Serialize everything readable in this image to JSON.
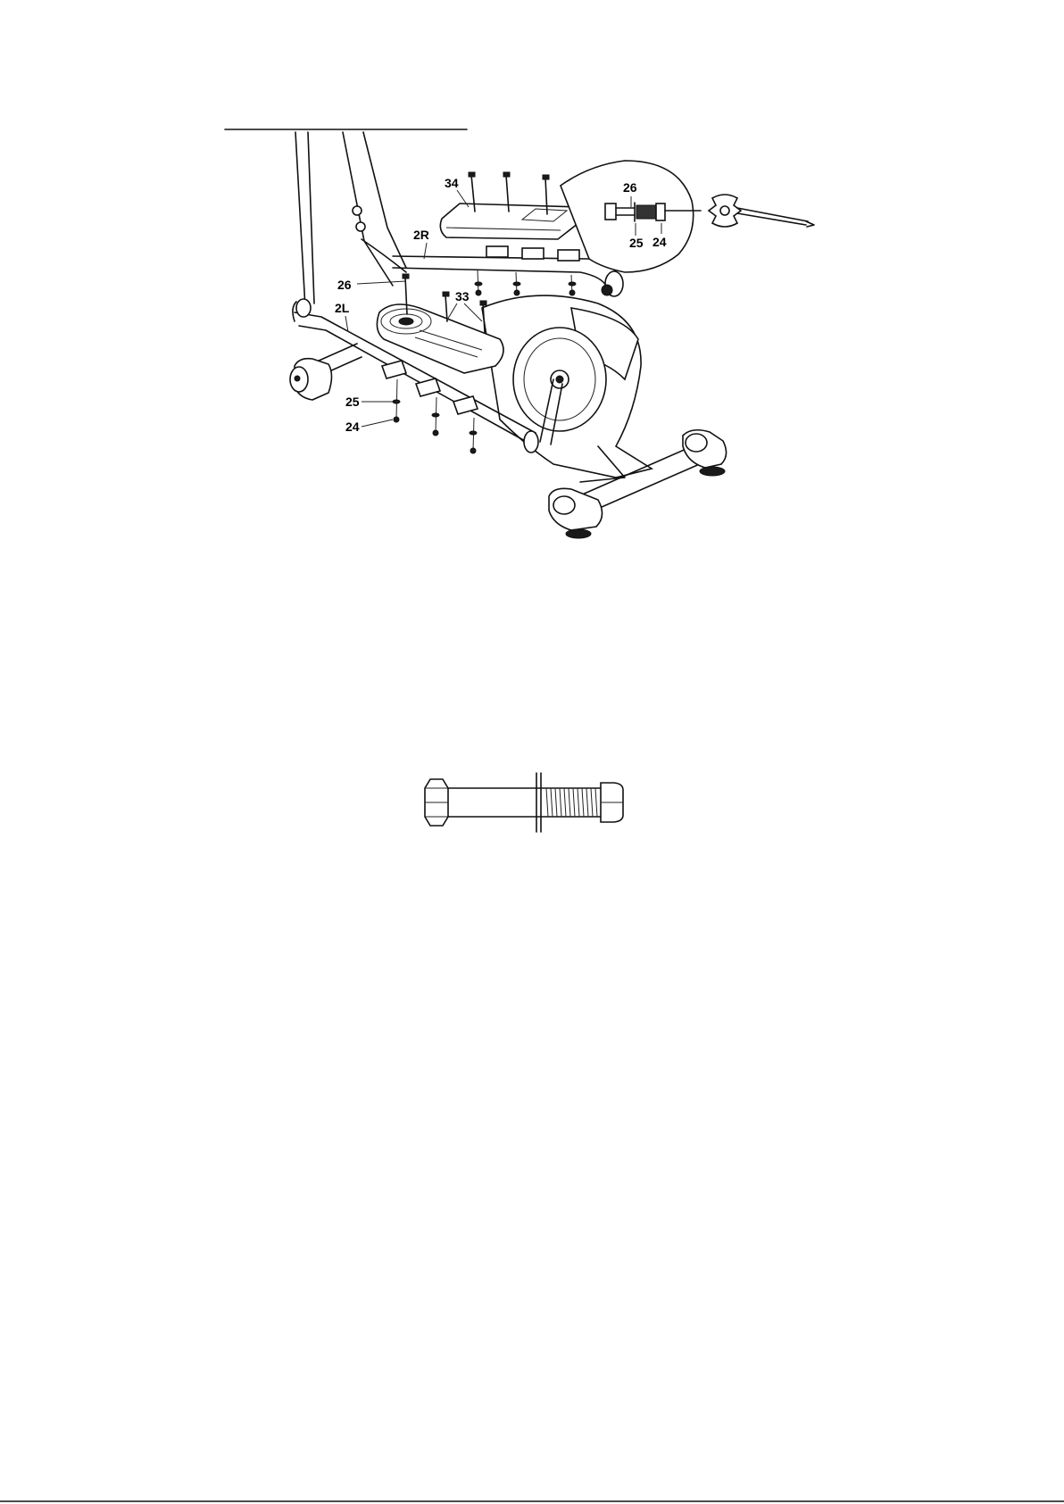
{
  "callouts": {
    "c34": "34",
    "c2R": "2R",
    "c26_top": "26",
    "c33": "33",
    "c2L": "2L",
    "c25": "25",
    "c24": "24",
    "detail_26": "26",
    "detail_25": "25",
    "detail_24": "24"
  }
}
